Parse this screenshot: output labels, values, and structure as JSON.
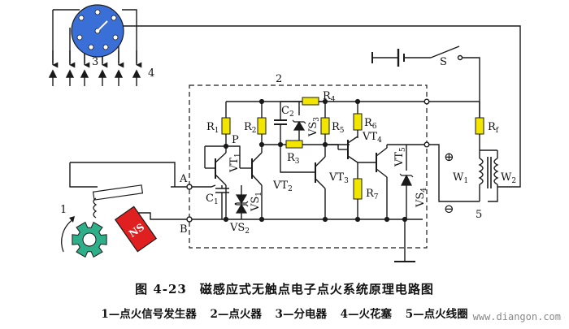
{
  "figure": {
    "title": "图 4-23　磁感应式无触点电子点火系统原理电路图",
    "legend": [
      "1—点火信号发生器",
      "2—点火器",
      "3—分电器",
      "4—火花塞",
      "5—点火线圈"
    ],
    "watermark": "www.diangon.com"
  },
  "labels": {
    "n1": "1",
    "n2": "2",
    "n3": "3",
    "n4": "4",
    "n5": "5",
    "switch": "S",
    "node_a": "A",
    "node_b": "B",
    "node_p": "P",
    "magnet": "NS",
    "plus": "⊕",
    "minus": "⊖"
  },
  "components": {
    "r1": {
      "base": "R",
      "sub": "1"
    },
    "r2": {
      "base": "R",
      "sub": "2"
    },
    "r3": {
      "base": "R",
      "sub": "3"
    },
    "r4": {
      "base": "R",
      "sub": "4"
    },
    "r5": {
      "base": "R",
      "sub": "5"
    },
    "r6": {
      "base": "R",
      "sub": "6"
    },
    "r7": {
      "base": "R",
      "sub": "7"
    },
    "rf": {
      "base": "R",
      "sub": "f"
    },
    "c1": {
      "base": "C",
      "sub": "1"
    },
    "c2": {
      "base": "C",
      "sub": "2"
    },
    "vt1": {
      "base": "VT",
      "sub": "1"
    },
    "vt2": {
      "base": "VT",
      "sub": "2"
    },
    "vt3": {
      "base": "VT",
      "sub": "3"
    },
    "vt4": {
      "base": "VT",
      "sub": "4"
    },
    "vt5": {
      "base": "VT",
      "sub": "5"
    },
    "vs1": {
      "base": "VS",
      "sub": "1"
    },
    "vs2": {
      "base": "VS",
      "sub": "2"
    },
    "vs3": {
      "base": "VS",
      "sub": "3"
    },
    "vs4": {
      "base": "VS",
      "sub": "4"
    },
    "w1": {
      "base": "W",
      "sub": "1"
    },
    "w2": {
      "base": "W",
      "sub": "2"
    }
  },
  "colors": {
    "wire": "#1a1a1a",
    "resistor": "#f2e600",
    "distributor": "#3a6fd8",
    "rotor": "#2fae8a",
    "magnet": "#e02020"
  }
}
